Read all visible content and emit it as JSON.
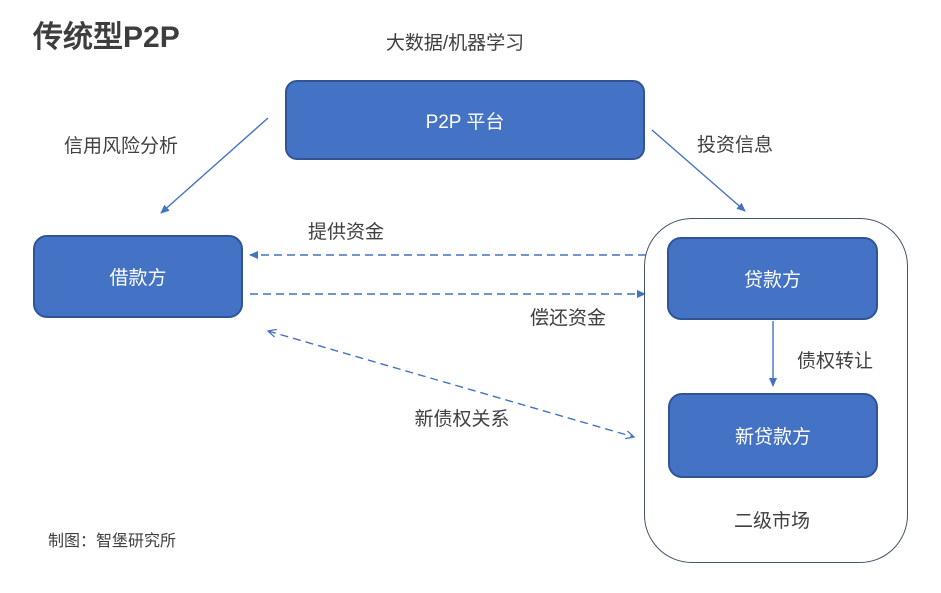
{
  "title": "传统型P2P",
  "footer": "制图：智堡研究所",
  "colors": {
    "node_fill": "#4472C4",
    "node_border": "#2F5597",
    "arrow_blue": "#4472C4",
    "container_border": "#44546A",
    "text_dark": "#404040",
    "node_text": "#FFFFFF"
  },
  "nodes": {
    "platform": {
      "label": "P2P 平台"
    },
    "borrower": {
      "label": "借款方"
    },
    "lender": {
      "label": "贷款方"
    },
    "new_lender": {
      "label": "新贷款方"
    },
    "secondary_market": {
      "label": "二级市场"
    }
  },
  "edges": {
    "big_data": {
      "label": "大数据/机器学习"
    },
    "credit_risk": {
      "label": "信用风险分析"
    },
    "investment_info": {
      "label": "投资信息"
    },
    "provide_funds": {
      "label": "提供资金"
    },
    "repay_funds": {
      "label": "偿还资金"
    },
    "debt_transfer": {
      "label": "债权转让"
    },
    "new_debt_relation": {
      "label": "新债权关系"
    }
  }
}
